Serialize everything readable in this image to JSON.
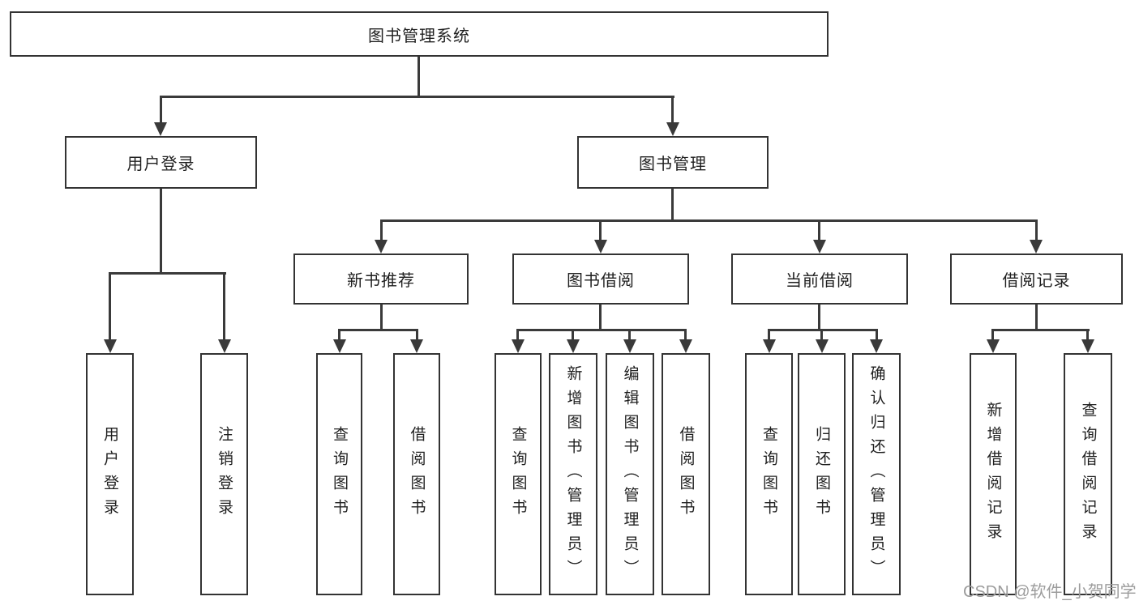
{
  "diagram": {
    "title": "图书管理系统",
    "children": [
      {
        "label": "用户登录",
        "children": [
          {
            "label": "用户登录"
          },
          {
            "label": "注销登录"
          }
        ]
      },
      {
        "label": "图书管理",
        "children": [
          {
            "label": "新书推荐",
            "children": [
              {
                "label": "查询图书"
              },
              {
                "label": "借阅图书"
              }
            ]
          },
          {
            "label": "图书借阅",
            "children": [
              {
                "label": "查询图书"
              },
              {
                "label": "新增图书（管理员）"
              },
              {
                "label": "编辑图书（管理员）"
              },
              {
                "label": "借阅图书"
              }
            ]
          },
          {
            "label": "当前借阅",
            "children": [
              {
                "label": "查询图书"
              },
              {
                "label": "归还图书"
              },
              {
                "label": "确认归还（管理员）"
              }
            ]
          },
          {
            "label": "借阅记录",
            "children": [
              {
                "label": "新增借阅记录"
              },
              {
                "label": "查询借阅记录"
              }
            ]
          }
        ]
      }
    ]
  },
  "watermark": {
    "text": "CSDN @软件_小贺同学"
  },
  "colors": {
    "line": "#3a3a3a",
    "box_border": "#333333",
    "text": "#1f1f1f",
    "watermark": "#9c9c9c",
    "background": "#ffffff"
  }
}
